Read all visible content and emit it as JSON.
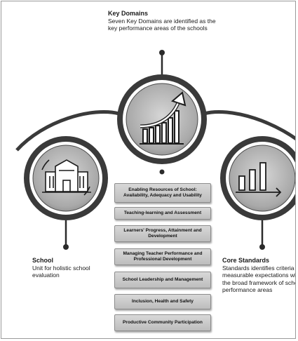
{
  "key_domains": {
    "title": "Key Domains",
    "description": "Seven Key Domains are identified as the key performance areas of the schools"
  },
  "school": {
    "title": "School",
    "description": "Unit for holistic school evaluation"
  },
  "core_standards": {
    "title": "Core Standards",
    "description": "Standards identifies criteria for measurable expectations within the broad framework of school key performance areas"
  },
  "domains": [
    "Enabling Resources of School: Availability, Adequacy and Usability",
    "Teaching-learning and Assessment",
    "Learners' Progress, Attainment and Development",
    "Managing Teacher Performance and Professional Development",
    "School Leadership and Management",
    "Inclusion, Health and Safety",
    "Productive Community Participation"
  ],
  "icons": {
    "top": "growth-chart-icon",
    "left": "school-building-icon",
    "right": "bar-chart-icon"
  }
}
